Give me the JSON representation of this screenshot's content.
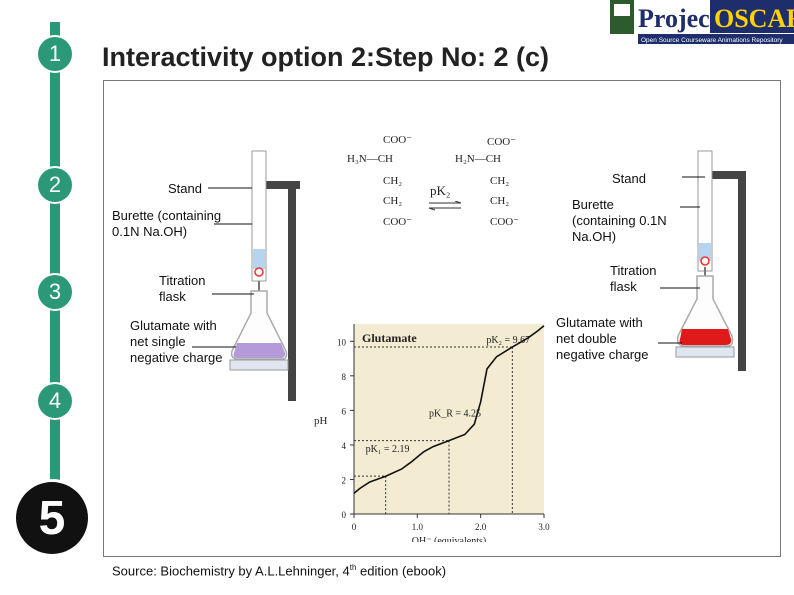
{
  "header": {
    "title": "Interactivity option 2:Step No: 2 (c)",
    "logo_text_project": "Project",
    "logo_text_oscar": "OSCAR",
    "logo_tagline": "Open Source Courseware Animations Repository"
  },
  "sidebar": {
    "steps": [
      "1",
      "2",
      "3",
      "4",
      "5"
    ],
    "accent": "#2b9878"
  },
  "left_apparatus": {
    "stand": "Stand",
    "burette": "Burette (containing 0.1N Na.OH)",
    "flask": "Titration flask",
    "solution": "Glutamate with net single negative charge",
    "solution_color": "#b49ad8"
  },
  "right_apparatus": {
    "stand": "Stand",
    "burette": "Burette (containing 0.1N Na.OH)",
    "flask": "Titration flask",
    "solution": "Glutamate with net double negative charge",
    "solution_color": "#e01a1a"
  },
  "structures": {
    "left": {
      "coo_top": "COO⁻",
      "amine": "H₃N—CH",
      "ch2a": "CH₂",
      "ch2b": "CH₂",
      "coo_bottom": "COO⁻"
    },
    "right": {
      "coo_top": "COO⁻",
      "amine": "H₂N—CH",
      "ch2a": "CH₂",
      "ch2b": "CH₂",
      "coo_bottom": "COO⁻"
    },
    "equilibrium": "pK₂"
  },
  "chart_data": {
    "type": "line",
    "title": "Glutamate",
    "ylabel": "pH",
    "xlabel": "OH⁻ (equivalents)",
    "xlim": [
      0,
      3.0
    ],
    "ylim": [
      0,
      11
    ],
    "xticks": [
      "0",
      "1.0",
      "2.0",
      "3.0"
    ],
    "yticks": [
      "0",
      "2",
      "4",
      "6",
      "8",
      "10"
    ],
    "annotations": [
      {
        "label": "pK₁ = 2.19",
        "x": 0.5,
        "y": 2.19
      },
      {
        "label": "pK_R = 4.25",
        "x": 1.5,
        "y": 4.25
      },
      {
        "label": "pK₂ = 9.67",
        "x": 2.5,
        "y": 9.67
      }
    ],
    "x": [
      0,
      0.1,
      0.25,
      0.5,
      0.75,
      0.9,
      1.0,
      1.1,
      1.25,
      1.5,
      1.75,
      1.9,
      2.0,
      2.1,
      2.25,
      2.5,
      2.75,
      2.9,
      3.0
    ],
    "y": [
      1.2,
      1.5,
      1.85,
      2.19,
      2.6,
      3.0,
      3.3,
      3.6,
      3.9,
      4.25,
      4.6,
      5.2,
      6.5,
      8.4,
      9.1,
      9.67,
      10.2,
      10.6,
      10.9
    ],
    "background": "#f3ecd3"
  },
  "source": {
    "prefix": "Source: Biochemistry by A.L.Lehninger, 4",
    "sup": "th",
    "suffix": " edition (ebook)"
  }
}
